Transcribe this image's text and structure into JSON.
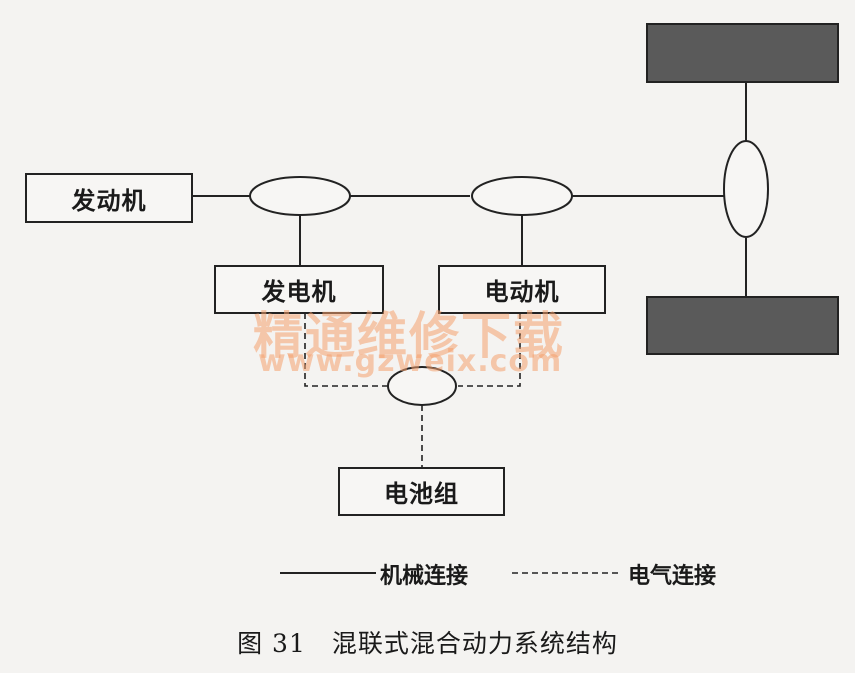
{
  "diagram": {
    "engine_label": "发动机",
    "generator_label": "发电机",
    "motor_label": "电动机",
    "battery_label": "电池组",
    "legend": {
      "mechanical": "机械连接",
      "electrical": "电气连接"
    },
    "caption": "图 31　混联式混合动力系统结构"
  },
  "watermark": {
    "text": "精通维修下载",
    "url": "www.gzweix.com"
  }
}
